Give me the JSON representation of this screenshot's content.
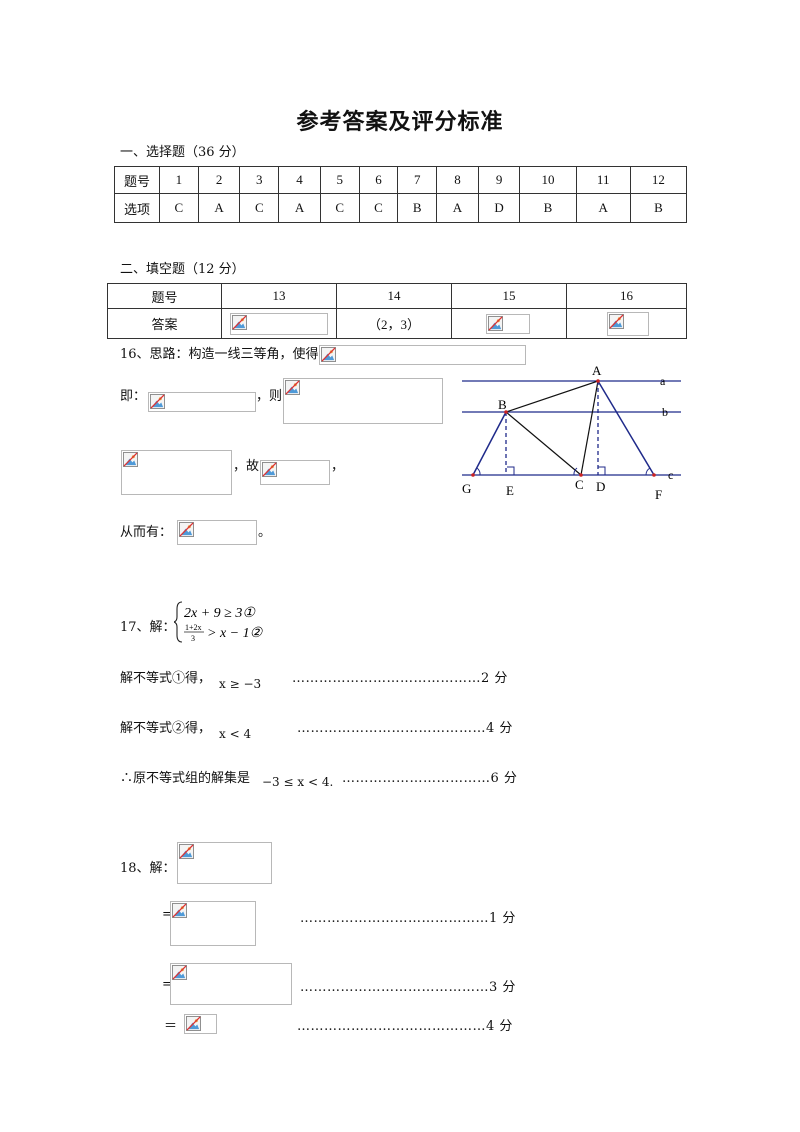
{
  "title": "参考答案及评分标准",
  "section1": {
    "heading": "一、选择题（36 分）",
    "row_label_no": "题号",
    "row_label_ans": "选项",
    "numbers": [
      "1",
      "2",
      "3",
      "4",
      "5",
      "6",
      "7",
      "8",
      "9",
      "10",
      "11",
      "12"
    ],
    "answers": [
      "C",
      "A",
      "C",
      "A",
      "C",
      "C",
      "B",
      "A",
      "D",
      "B",
      "A",
      "B"
    ]
  },
  "section2": {
    "heading": "二、填空题（12 分）",
    "row_label_no": "题号",
    "row_label_ans": "答案",
    "numbers": [
      "13",
      "14",
      "15",
      "16"
    ],
    "answer_14": "（2，3）"
  },
  "q16": {
    "intro": "16、思路：构造一线三等角，使得",
    "ji": "即：",
    "ze": "，则",
    "gu": "，故",
    "comma": "，",
    "congeryou": "从而有：",
    "period": "。",
    "figure_labels": {
      "A": "A",
      "B": "B",
      "C": "C",
      "D": "D",
      "E": "E",
      "F": "F",
      "G": "G",
      "a": "a",
      "b": "b",
      "c": "c"
    }
  },
  "q17": {
    "label": "17、解：",
    "ineq1": "2x + 9 ≥ 3①",
    "ineq2_num": "1+2x",
    "ineq2_den": "3",
    "ineq2_rest": "> x − 1②",
    "line1_text": "解不等式①得，",
    "line1_math": "x ≥ −3",
    "line1_score": "……………………………………2 分",
    "line2_text": "解不等式②得，",
    "line2_math": "x < 4",
    "line2_score": "……………………………………4 分",
    "line3_text": "∴原不等式组的解集是",
    "line3_math": "−3 ≤ x < 4.",
    "line3_score": "……………………………6 分"
  },
  "q18": {
    "label": "18、解：",
    "eq": "=",
    "eq_wide": "＝",
    "score1": "……………………………………1 分",
    "score3": "……………………………………3 分",
    "score4": "……………………………………4 分"
  }
}
